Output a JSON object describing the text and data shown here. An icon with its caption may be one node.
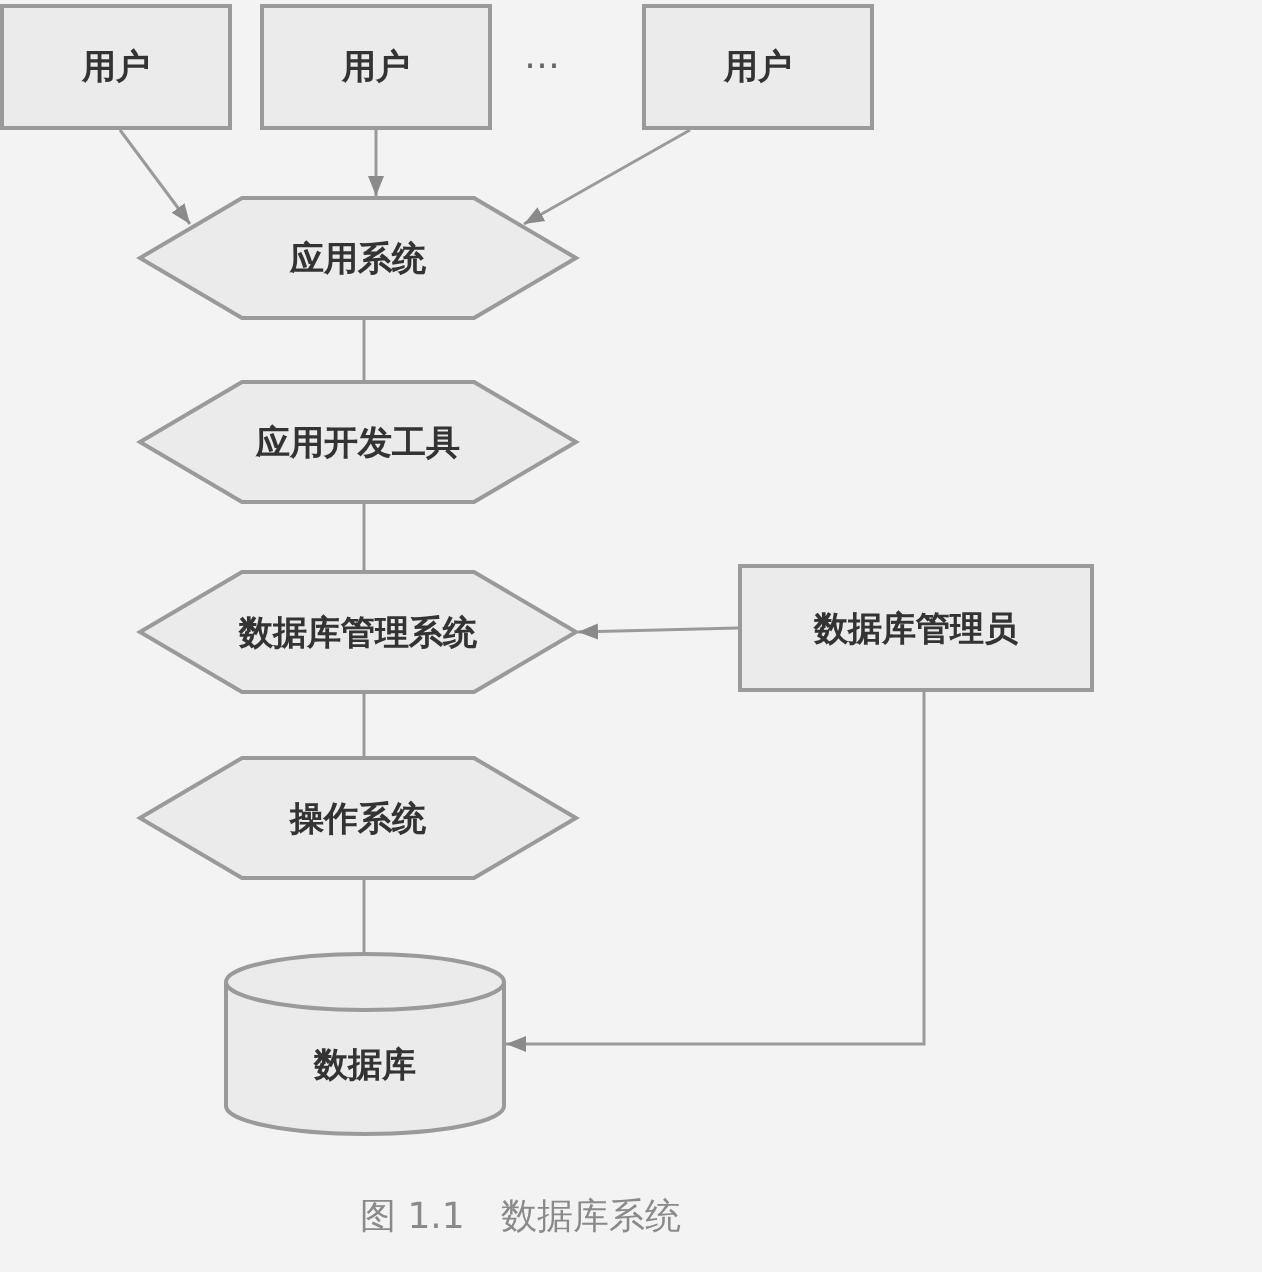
{
  "diagram": {
    "caption": "图 1.1　数据库系统",
    "nodes": [
      {
        "text": [
          "用户"
        ]
      },
      {
        "text": [
          "用户"
        ]
      },
      {
        "text": [
          "用户"
        ]
      },
      {
        "text": [
          "应用系统"
        ]
      },
      {
        "text": [
          "应用开发工具"
        ]
      },
      {
        "text": [
          "数据库管理系统"
        ]
      },
      {
        "text": [
          "数据库管理员"
        ]
      },
      {
        "text": [
          "操作系统"
        ]
      },
      {
        "text": [
          "数据库"
        ]
      }
    ],
    "edges": [
      {
        "from": 0,
        "to": 3,
        "arrow": "to"
      },
      {
        "from": 1,
        "to": 3,
        "arrow": "to"
      },
      {
        "from": 2,
        "to": 3,
        "arrow": "to"
      },
      {
        "from": 3,
        "to": 4,
        "arrow": "none"
      },
      {
        "from": 4,
        "to": 5,
        "arrow": "none"
      },
      {
        "from": 6,
        "to": 5,
        "arrow": "to"
      },
      {
        "from": 5,
        "to": 7,
        "arrow": "none"
      },
      {
        "from": 7,
        "to": 8,
        "arrow": "none"
      },
      {
        "from": 6,
        "to": 8,
        "arrow": "to"
      }
    ],
    "labels": [
      "…"
    ]
  }
}
